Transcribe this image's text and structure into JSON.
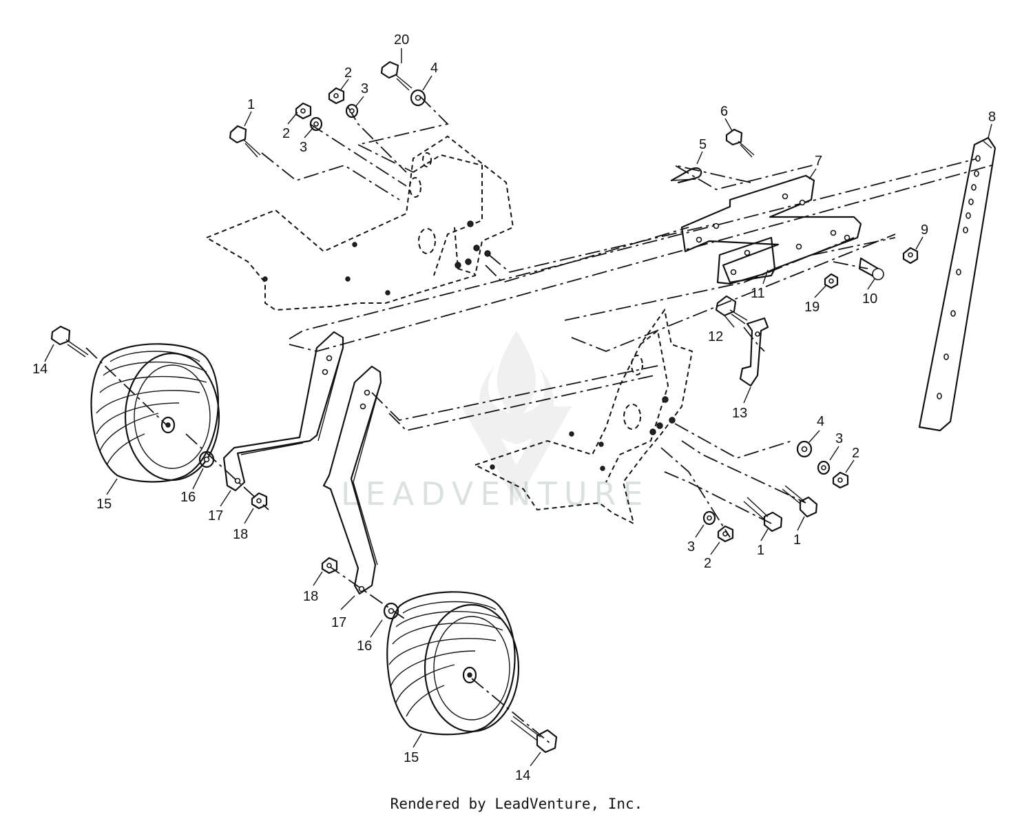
{
  "diagram": {
    "callouts": [
      {
        "id": "c20",
        "text": "20"
      },
      {
        "id": "c4a",
        "text": "4"
      },
      {
        "id": "c2a",
        "text": "2"
      },
      {
        "id": "c3a",
        "text": "3"
      },
      {
        "id": "c1a",
        "text": "1"
      },
      {
        "id": "c2b",
        "text": "2"
      },
      {
        "id": "c3b",
        "text": "3"
      },
      {
        "id": "c6",
        "text": "6"
      },
      {
        "id": "c5",
        "text": "5"
      },
      {
        "id": "c7",
        "text": "7"
      },
      {
        "id": "c8",
        "text": "8"
      },
      {
        "id": "c9",
        "text": "9"
      },
      {
        "id": "c10",
        "text": "10"
      },
      {
        "id": "c11",
        "text": "11"
      },
      {
        "id": "c19",
        "text": "19"
      },
      {
        "id": "c12",
        "text": "12"
      },
      {
        "id": "c13",
        "text": "13"
      },
      {
        "id": "c14a",
        "text": "14"
      },
      {
        "id": "c15a",
        "text": "15"
      },
      {
        "id": "c16a",
        "text": "16"
      },
      {
        "id": "c17a",
        "text": "17"
      },
      {
        "id": "c18a",
        "text": "18"
      },
      {
        "id": "c4b",
        "text": "4"
      },
      {
        "id": "c3c",
        "text": "3"
      },
      {
        "id": "c2c",
        "text": "2"
      },
      {
        "id": "c1b",
        "text": "1"
      },
      {
        "id": "c1c",
        "text": "1"
      },
      {
        "id": "c3d",
        "text": "3"
      },
      {
        "id": "c2d",
        "text": "2"
      },
      {
        "id": "c18b",
        "text": "18"
      },
      {
        "id": "c17b",
        "text": "17"
      },
      {
        "id": "c16b",
        "text": "16"
      },
      {
        "id": "c15b",
        "text": "15"
      },
      {
        "id": "c14b",
        "text": "14"
      }
    ]
  },
  "watermark": {
    "text": "LEADVENTURE"
  },
  "footer": {
    "credit": "Rendered by LeadVenture, Inc."
  }
}
